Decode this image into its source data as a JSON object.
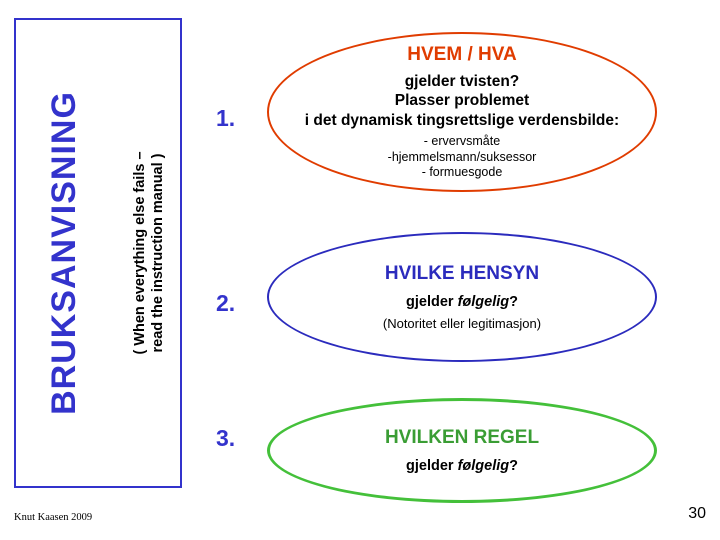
{
  "left_panel": {
    "title": "BRUKSANVISNING",
    "subtitle_lines": [
      "( When everything else fails –",
      "read the instruction manual )"
    ]
  },
  "steps": [
    {
      "number": "1.",
      "title": "HVEM / HVA",
      "subtitle_lines": [
        "gjelder tvisten?",
        "Plasser problemet",
        "i det dynamisk tingsrettslige verdensbilde:"
      ],
      "bullets": [
        "- ervervsmåte",
        "-hjemmelsmann/suksessor",
        "- formuesgode"
      ],
      "note": "",
      "color": "#e03c00"
    },
    {
      "number": "2.",
      "title": "HVILKE HENSYN",
      "subtitle_lines": [
        "gjelder følgelig?"
      ],
      "subtitle_plain": "gjelder ",
      "subtitle_italic": "følgelig",
      "subtitle_tail": "?",
      "bullets": [],
      "note": "(Notoritet eller legitimasjon)",
      "color": "#2b2bbd"
    },
    {
      "number": "3.",
      "title": "HVILKEN REGEL",
      "subtitle_lines": [
        "gjelder følgelig?"
      ],
      "subtitle_plain": "gjelder ",
      "subtitle_italic": "følgelig",
      "subtitle_tail": "?",
      "bullets": [],
      "note": "",
      "color": "#3a9d34"
    }
  ],
  "footer": {
    "credit": "Knut Kaasen 2009",
    "page_number": "30"
  }
}
